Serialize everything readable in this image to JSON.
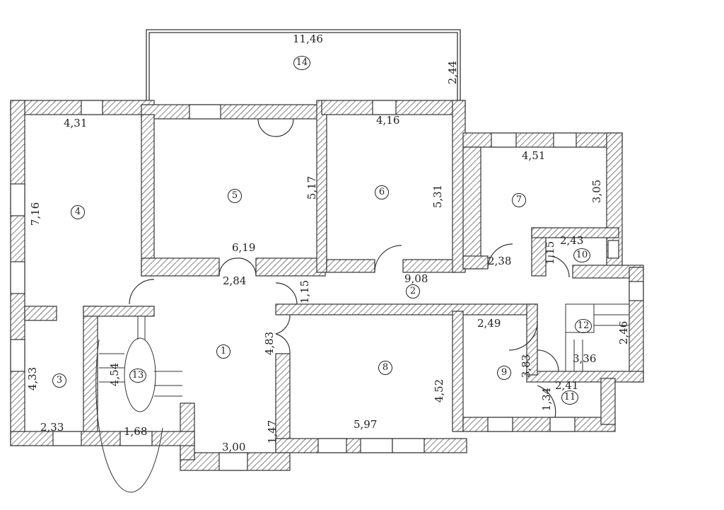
{
  "title": "Floor plan",
  "rooms": [
    {
      "number": "1",
      "id": "hall"
    },
    {
      "number": "2",
      "id": "corridor"
    },
    {
      "number": "3",
      "id": "room-3"
    },
    {
      "number": "4",
      "id": "room-4"
    },
    {
      "number": "5",
      "id": "room-5"
    },
    {
      "number": "6",
      "id": "room-6"
    },
    {
      "number": "7",
      "id": "room-7"
    },
    {
      "number": "8",
      "id": "room-8"
    },
    {
      "number": "9",
      "id": "room-9"
    },
    {
      "number": "10",
      "id": "room-10"
    },
    {
      "number": "11",
      "id": "room-11"
    },
    {
      "number": "12",
      "id": "stair-12"
    },
    {
      "number": "13",
      "id": "spiral-stair-13"
    },
    {
      "number": "14",
      "id": "terrace-14"
    }
  ],
  "dimensions": {
    "terrace_width": "11,46",
    "terrace_depth": "2,44",
    "r4_width": "4,31",
    "r4_length": "7,16",
    "r5_length": "5,17",
    "r5_width": "6,19",
    "r6_width": "4,16",
    "r6_length": "5,31",
    "r7_width": "4,51",
    "r7_length": "3,05",
    "r10_width": "2,43",
    "r10_length": "1,15",
    "corr_a": "2,38",
    "corr_length": "9,08",
    "corr_b": "1,15",
    "hall_top": "2,84",
    "hall_length": "4,83",
    "hall_bottom": "3,00",
    "hall_side": "1,47",
    "r3_length": "4,33",
    "r3_width": "2,33",
    "r13_length": "4,54",
    "r13_width": "1,68",
    "r8_width": "5,97",
    "r8_length": "4,52",
    "r9_width": "2,49",
    "r9_length": "3,83",
    "r12_width": "3,36",
    "r12_length": "2,46",
    "r11_width": "2,41",
    "r11_length": "1,34"
  }
}
